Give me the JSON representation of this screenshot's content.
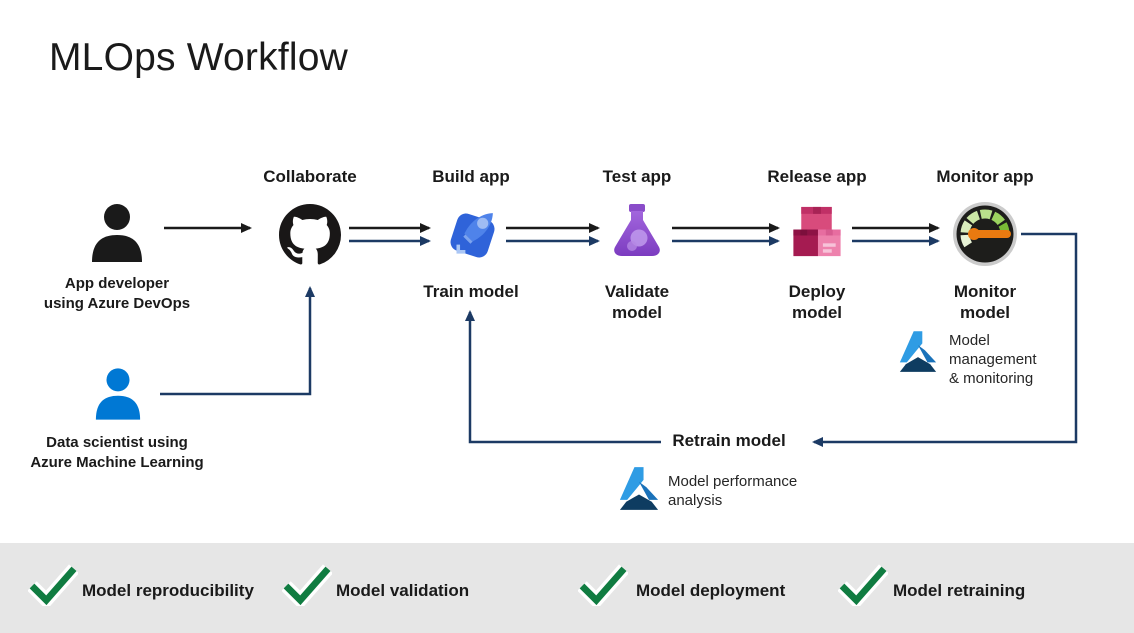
{
  "title": "MLOps Workflow",
  "palette": {
    "navy": "#1c3a64",
    "black_arrow": "#1a1a1a",
    "footer_bg": "#e6e6e6",
    "check_green": "#107c41",
    "developer_black": "#1a1a1a",
    "data_scientist_blue": "#0078d4"
  },
  "stages": [
    {
      "app_label": "Collaborate",
      "icon": "github-icon"
    },
    {
      "app_label": "Build app",
      "icon": "rocket-icon",
      "model_line1": "Train model"
    },
    {
      "app_label": "Test app",
      "icon": "flask-icon",
      "model_line1": "Validate",
      "model_line2": "model"
    },
    {
      "app_label": "Release app",
      "icon": "packages-icon",
      "model_line1": "Deploy",
      "model_line2": "model"
    },
    {
      "app_label": "Monitor app",
      "icon": "gauge-icon",
      "model_line1": "Monitor",
      "model_line2": "model"
    }
  ],
  "actors": {
    "developer": {
      "line1": "App developer",
      "line2": "using Azure DevOps"
    },
    "data_scientist": {
      "line1": "Data scientist using",
      "line2": "Azure Machine Learning"
    }
  },
  "annotations": {
    "monitoring": {
      "icon": "azure-ml-icon",
      "line1": "Model",
      "line2": "management",
      "line3": "& monitoring"
    },
    "performance": {
      "icon": "azure-ml-icon",
      "line1": "Model performance",
      "line2": "analysis"
    }
  },
  "retrain": {
    "label": "Retrain model"
  },
  "footer": {
    "items": [
      {
        "label": "Model reproducibility"
      },
      {
        "label": "Model validation"
      },
      {
        "label": "Model deployment"
      },
      {
        "label": "Model retraining"
      }
    ]
  }
}
